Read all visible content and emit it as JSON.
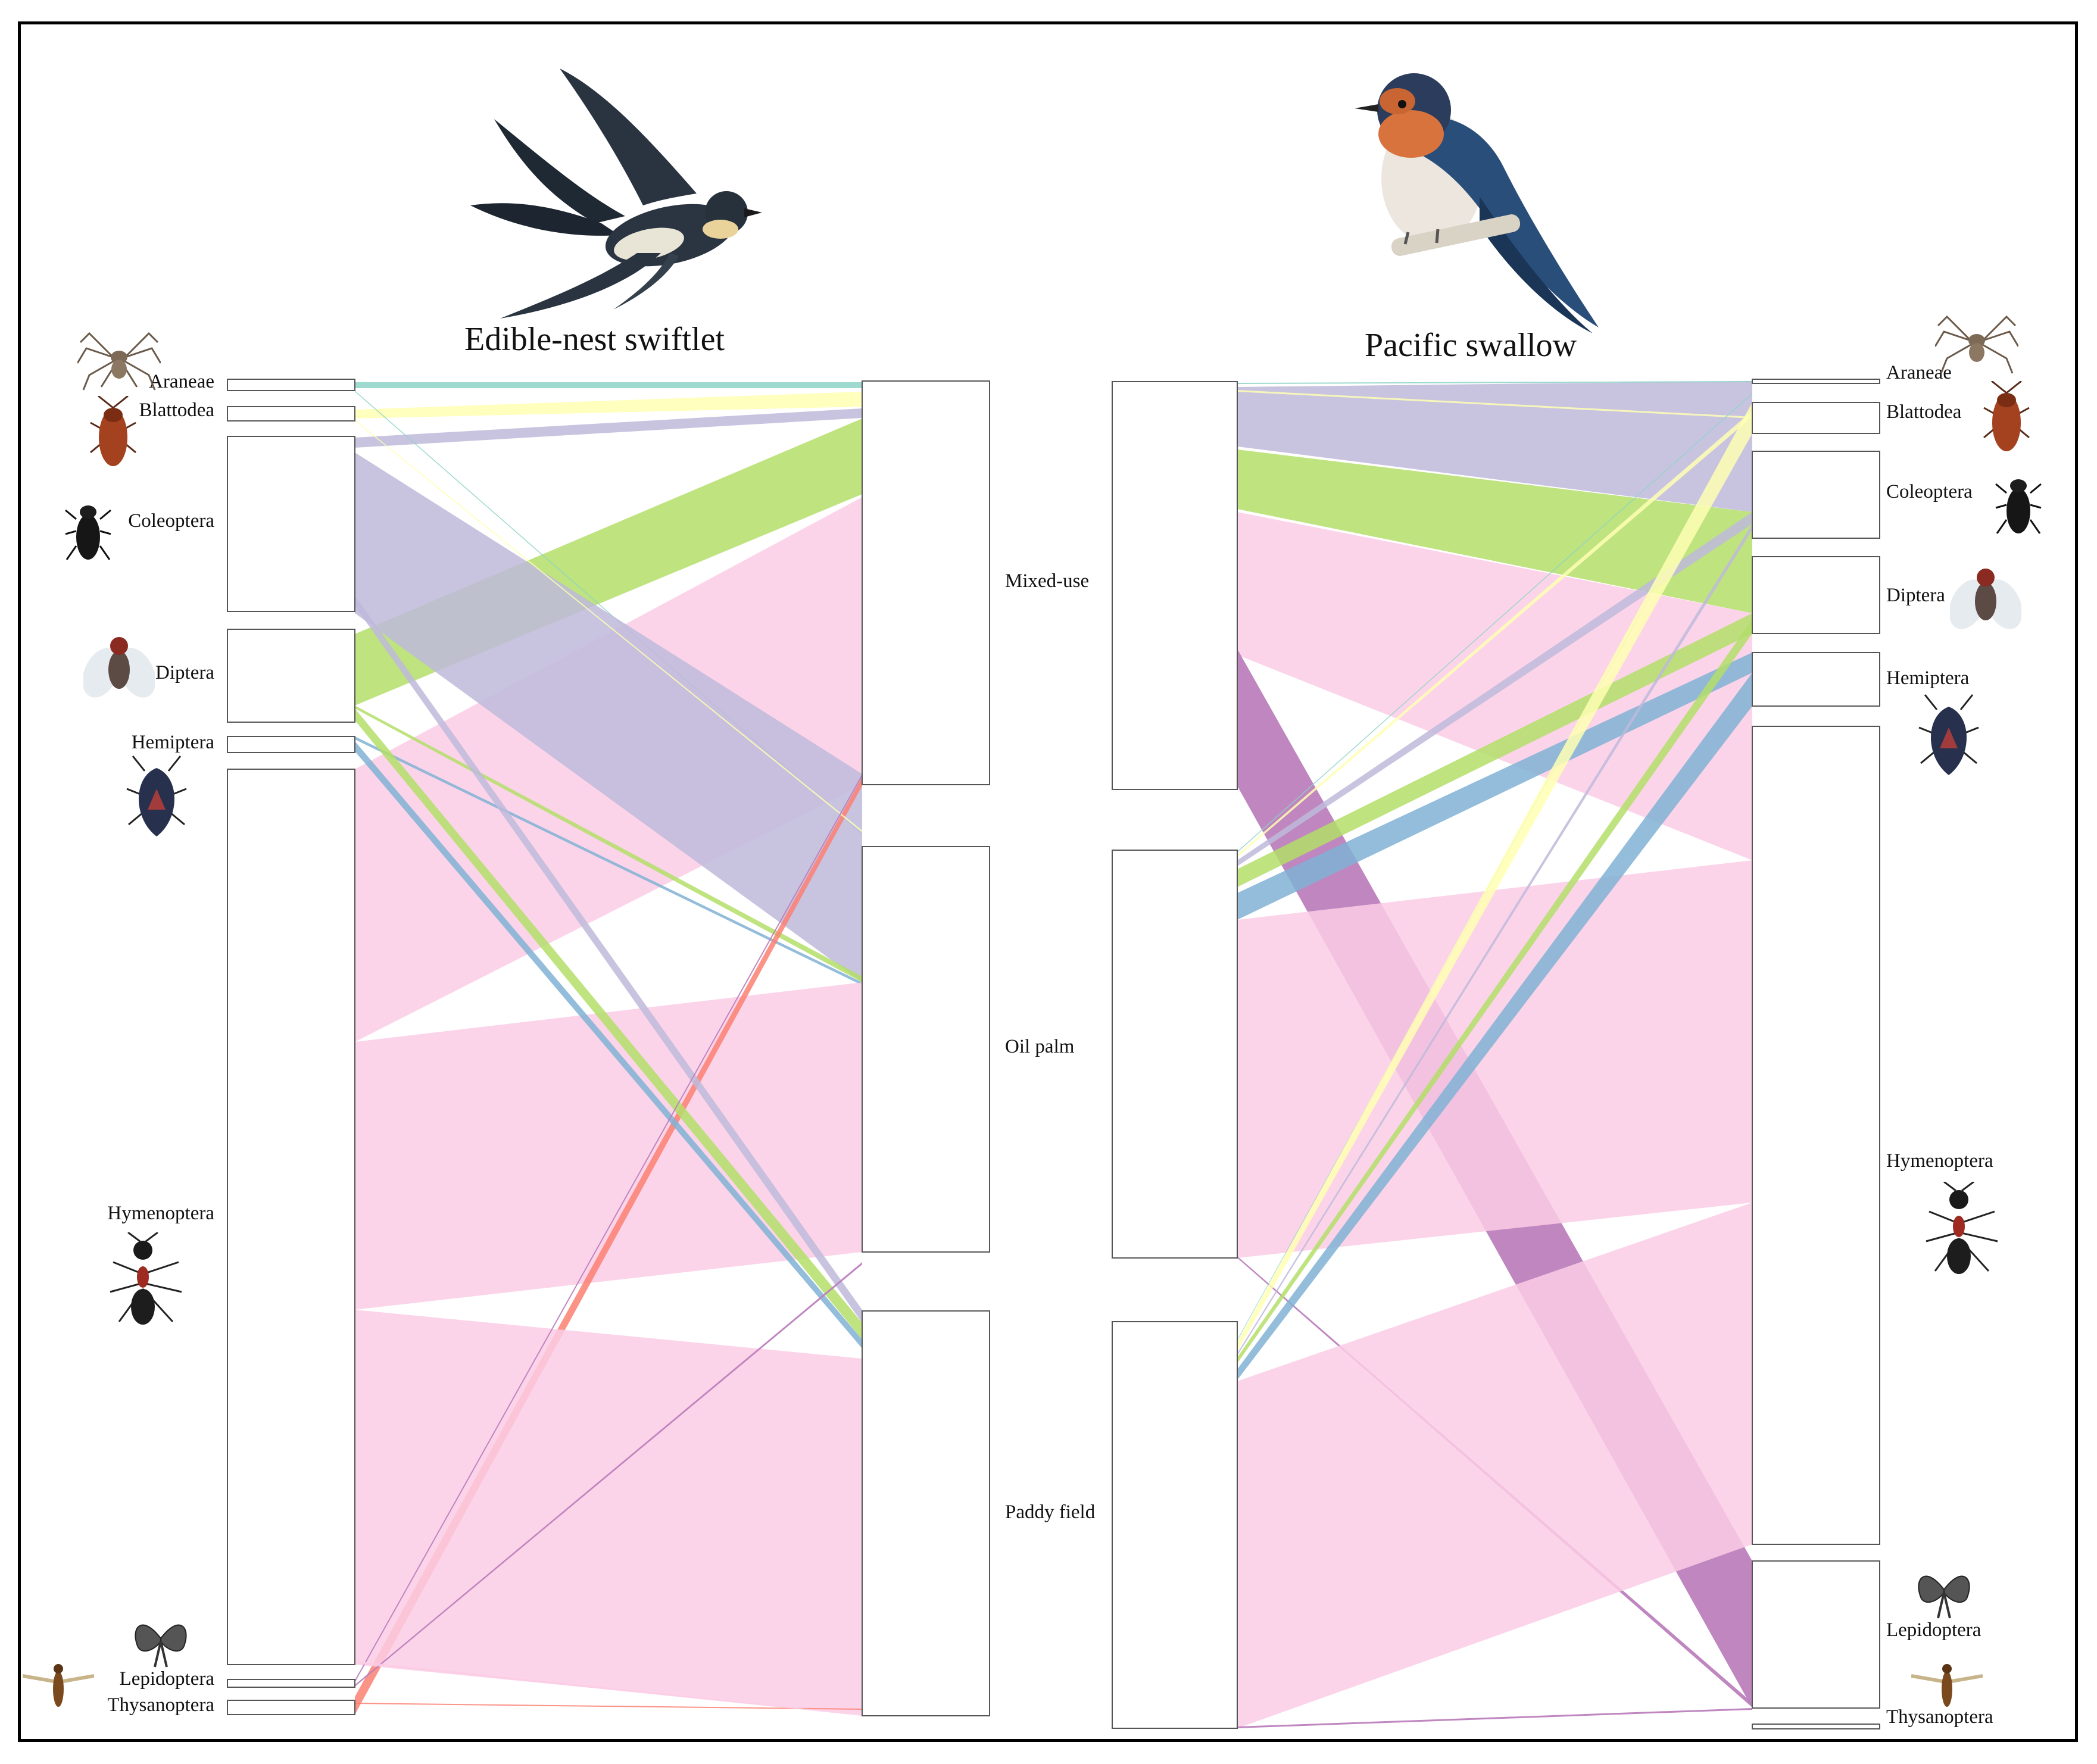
{
  "panels": [
    {
      "id": "swiftlet",
      "title": "Edible-nest swiftlet",
      "bird_icon": "swiftlet-flying-illustration",
      "orders": [
        {
          "name": "Araneae",
          "color": "#8dd3c7",
          "icon": "spider-icon"
        },
        {
          "name": "Blattodea",
          "color": "#ffffb3",
          "icon": "cockroach-icon"
        },
        {
          "name": "Coleoptera",
          "color": "#bebada",
          "icon": "beetle-icon"
        },
        {
          "name": "Diptera",
          "color": "#b3de69",
          "icon": "fly-icon"
        },
        {
          "name": "Hemiptera",
          "color": "#80b1d3",
          "icon": "stink-bug-icon"
        },
        {
          "name": "Hymenoptera",
          "color": "#fccde5",
          "icon": "ant-icon"
        },
        {
          "name": "Lepidoptera",
          "color": "#bc80bd",
          "icon": "butterfly-icon"
        },
        {
          "name": "Thysanoptera",
          "color": "#fb8072",
          "icon": "thrips-icon"
        }
      ],
      "habitats": [
        "Mixed-use",
        "Oil palm",
        "Paddy field"
      ]
    },
    {
      "id": "swallow",
      "title": "Pacific swallow",
      "bird_icon": "swallow-perched-illustration",
      "habitats": [
        "Mixed-use",
        "Oil palm",
        "Paddy field"
      ],
      "orders": [
        {
          "name": "Araneae",
          "color": "#8dd3c7",
          "icon": "spider-icon"
        },
        {
          "name": "Blattodea",
          "color": "#ffffb3",
          "icon": "cockroach-icon"
        },
        {
          "name": "Coleoptera",
          "color": "#bebada",
          "icon": "beetle-icon"
        },
        {
          "name": "Diptera",
          "color": "#b3de69",
          "icon": "fly-icon"
        },
        {
          "name": "Hemiptera",
          "color": "#80b1d3",
          "icon": "stink-bug-icon"
        },
        {
          "name": "Hymenoptera",
          "color": "#fccde5",
          "icon": "ant-icon"
        },
        {
          "name": "Lepidoptera",
          "color": "#bc80bd",
          "icon": "butterfly-icon"
        },
        {
          "name": "Thysanoptera",
          "color": "#fb8072",
          "icon": "thrips-icon"
        }
      ]
    }
  ]
}
